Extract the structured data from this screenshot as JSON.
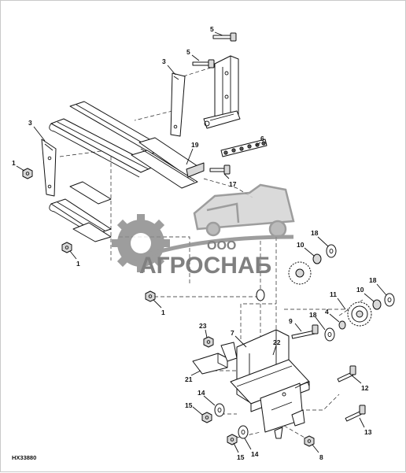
{
  "diagram": {
    "drawing_code": "HX33880",
    "watermark": {
      "ooo": "ООО",
      "brand": "АГРОСНАБ"
    },
    "callouts": [
      {
        "text": "5"
      },
      {
        "text": "5"
      },
      {
        "text": "3"
      },
      {
        "text": "3"
      },
      {
        "text": "1"
      },
      {
        "text": "19"
      },
      {
        "text": "6"
      },
      {
        "text": "17"
      },
      {
        "text": "1"
      },
      {
        "text": "1"
      },
      {
        "text": "18"
      },
      {
        "text": "10"
      },
      {
        "text": "18"
      },
      {
        "text": "10"
      },
      {
        "text": "11"
      },
      {
        "text": "4"
      },
      {
        "text": "9"
      },
      {
        "text": "18"
      },
      {
        "text": "23"
      },
      {
        "text": "7"
      },
      {
        "text": "22"
      },
      {
        "text": "21"
      },
      {
        "text": "14"
      },
      {
        "text": "15"
      },
      {
        "text": "12"
      },
      {
        "text": "13"
      },
      {
        "text": "14"
      },
      {
        "text": "15"
      },
      {
        "text": "8"
      }
    ]
  }
}
